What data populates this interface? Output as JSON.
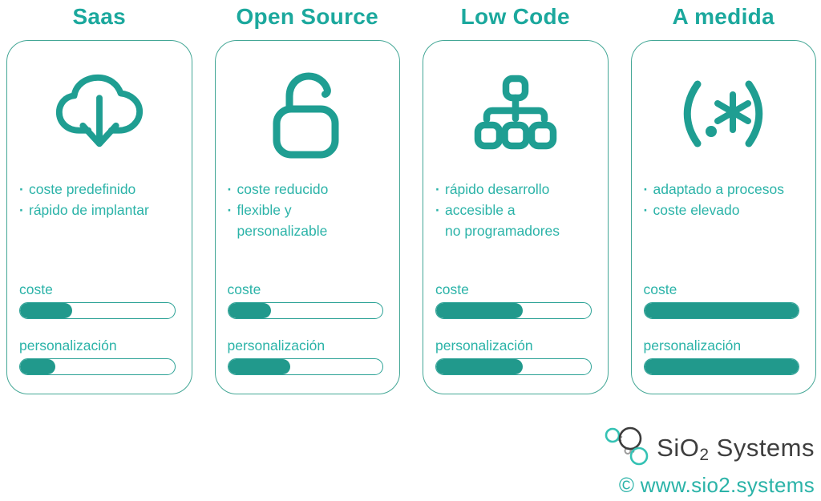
{
  "colors": {
    "accent": "#1F9E92",
    "text_teal": "#2BB3A8",
    "heading_teal": "#1BA89D",
    "card_border": "#44A796",
    "bar_fill": "#21998C",
    "logo_dark": "#3E3E3E",
    "logo_teal": "#35C2B4"
  },
  "bullet_char": "·",
  "columns": [
    {
      "title": "Saas",
      "icon": "cloud-download-icon",
      "bullets": [
        "coste predefinido",
        "rápido de implantar"
      ],
      "coste_label": "coste",
      "personalizacion_label": "personalización",
      "coste_value": 34,
      "personalizacion_value": 23
    },
    {
      "title": "Open Source",
      "icon": "open-lock-icon",
      "bullets": [
        "coste reducido",
        "flexible y\npersonalizable"
      ],
      "coste_label": "coste",
      "personalizacion_label": "personalización",
      "coste_value": 28,
      "personalizacion_value": 40
    },
    {
      "title": "Low Code",
      "icon": "org-chart-icon",
      "bullets": [
        "rápido desarrollo",
        "accesible a\nno programadores"
      ],
      "coste_label": "coste",
      "personalizacion_label": "personalización",
      "coste_value": 56,
      "personalizacion_value": 56
    },
    {
      "title": "A medida",
      "icon": "regex-icon",
      "bullets": [
        "adaptado a procesos",
        "coste elevado"
      ],
      "coste_label": "coste",
      "personalizacion_label": "personalización",
      "coste_value": 100,
      "personalizacion_value": 100
    }
  ],
  "footer": {
    "brand_prefix": "SiO",
    "brand_sub": "2",
    "brand_suffix": " Systems",
    "copyright": "© www.sio2.systems"
  }
}
